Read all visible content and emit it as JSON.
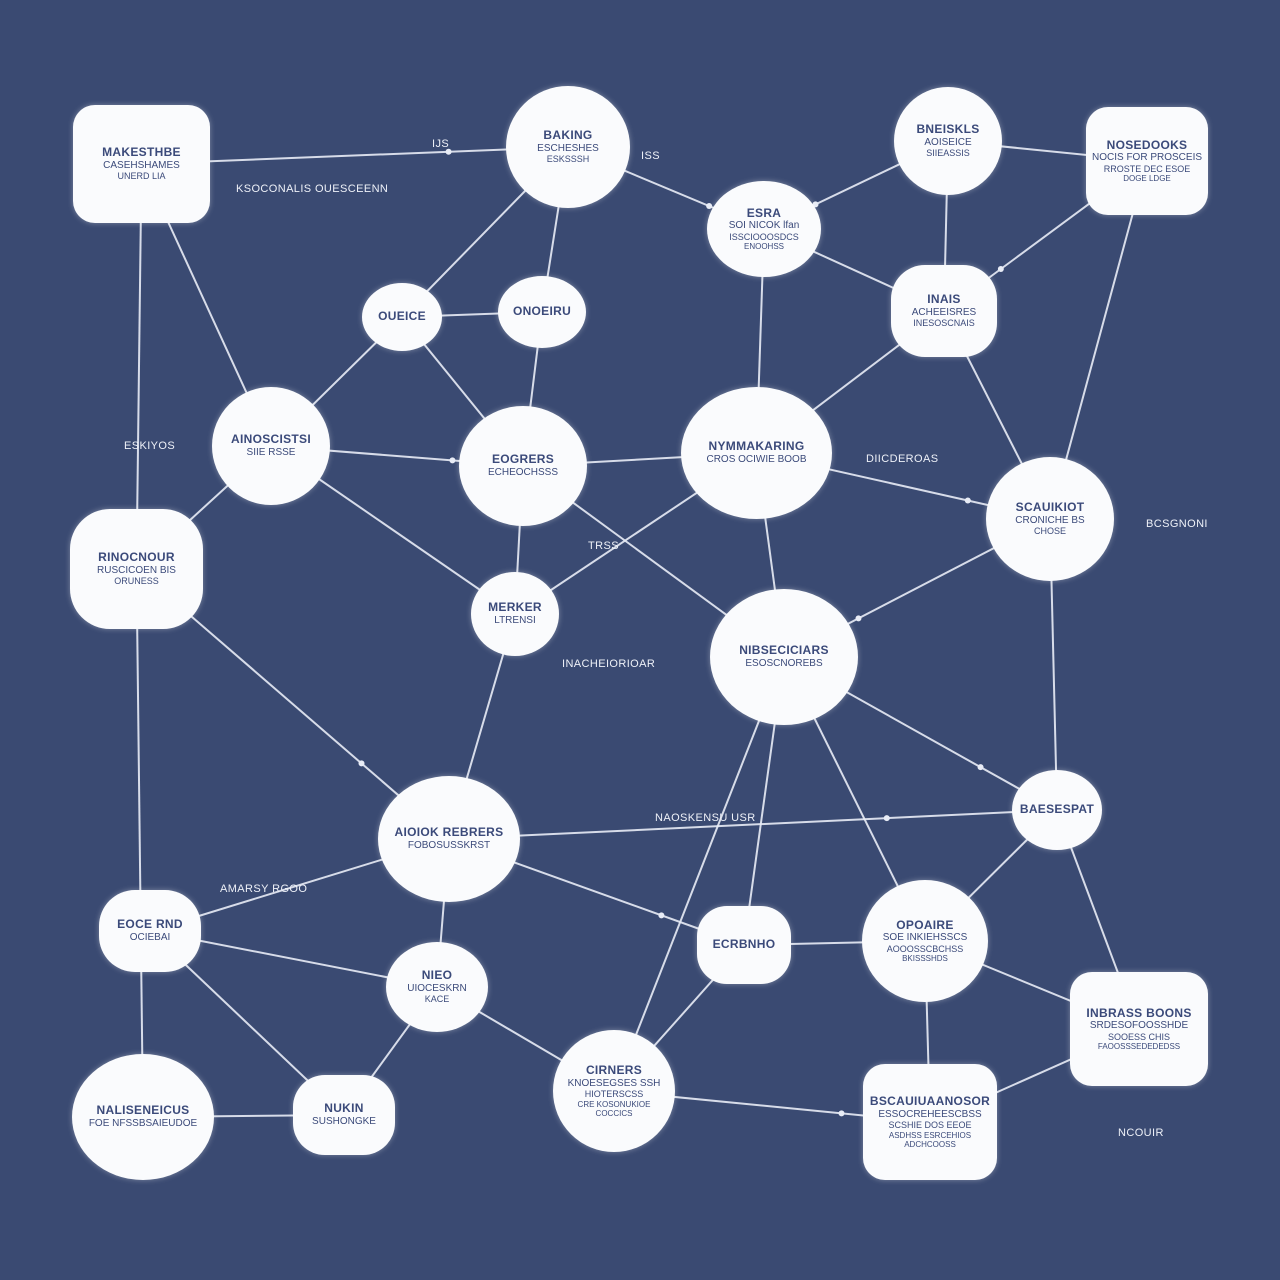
{
  "diagram": {
    "background": "#3a4a72",
    "node_fill": "#fafbfd",
    "node_text": "#3b4a7a",
    "edge_color": "#e8ecf6",
    "nodes": [
      {
        "id": "n1",
        "label": [
          "MAKESTHBE",
          "CASEHSHAMES",
          "UNERD LIA"
        ]
      },
      {
        "id": "n2",
        "label": [
          "BAKING",
          "ESCHESHES",
          "ESKSSSH"
        ]
      },
      {
        "id": "n3",
        "label": [
          "BNEISKLS",
          "AOISEICE",
          "SIIEASSIS"
        ]
      },
      {
        "id": "n4",
        "label": [
          "NOSEDOOKS",
          "NOCIS FOR PROSCEIS",
          "RROSTE DEC ESOE",
          "DOGE LDGE"
        ]
      },
      {
        "id": "n5",
        "label": [
          "ESRA",
          "SOI NICOK lfan",
          "ISSCIOOOSDCS",
          "ENOOHSS"
        ]
      },
      {
        "id": "n6",
        "label": [
          "OUEICE"
        ]
      },
      {
        "id": "n7",
        "label": [
          "ONOEIRU"
        ]
      },
      {
        "id": "n8",
        "label": [
          "INAIS",
          "ACHEEISRES",
          "INESOSCNAIS"
        ]
      },
      {
        "id": "n9",
        "label": [
          "AINOSCISTSI",
          "SIIE RSSE"
        ]
      },
      {
        "id": "n10",
        "label": [
          "EOGRERS",
          "ECHEOCHSSS"
        ]
      },
      {
        "id": "n11",
        "label": [
          "NYMMAKARING",
          "CROS OCIWIE BOOB"
        ]
      },
      {
        "id": "n12",
        "label": [
          "SCAUIKIOT",
          "CRONICHE BS",
          "CHOSE"
        ]
      },
      {
        "id": "n13",
        "label": [
          "RINOCNOUR",
          "RUSCICOEN BIS",
          "ORUNESS"
        ]
      },
      {
        "id": "n14",
        "label": [
          "MERKER",
          "LTRENSI"
        ]
      },
      {
        "id": "n15",
        "label": [
          "NIBSECICIARS",
          "ESOSCNOREBS"
        ]
      },
      {
        "id": "n16",
        "label": [
          "BAESESPAT"
        ]
      },
      {
        "id": "n17",
        "label": [
          "AIOIOK REBRERS",
          "FOBOSUSSKRST"
        ]
      },
      {
        "id": "n18",
        "label": [
          "EOCE RND",
          "OCIEBAI"
        ]
      },
      {
        "id": "n19",
        "label": [
          "NIEO",
          "UIOCESKRN",
          "KACE"
        ]
      },
      {
        "id": "n20",
        "label": [
          "ECRBNHO"
        ]
      },
      {
        "id": "n21",
        "label": [
          "OPOAIRE",
          "SOE INKIEHSSCS",
          "AOOOSSCBCHSS",
          "BKISSSHDS"
        ]
      },
      {
        "id": "n22",
        "label": [
          "INBRASS BOONS",
          "SRDESOFOOSSHDE",
          "SOOESS CHIS",
          "FAOOSSSEDEDEDSS"
        ]
      },
      {
        "id": "n23",
        "label": [
          "NALISENEICUS",
          "FOE NFSSBSAIEUDOE"
        ]
      },
      {
        "id": "n24",
        "label": [
          "NUKIN",
          "SUSHONGKE"
        ]
      },
      {
        "id": "n25",
        "label": [
          "CIRNERS",
          "KNOESEGSES SSH",
          "HIOTERSCSS",
          "CRE KOSONUKIOE",
          "COCCICS"
        ]
      },
      {
        "id": "n26",
        "label": [
          "BSCAUIUAANOSOR",
          "ESSOCREHEESCBSS",
          "SCSHIE DOS EEOE",
          "ASDHSS ESRCEHIOS",
          "ADCHCOOSS"
        ]
      }
    ],
    "edge_labels": [
      "IJS",
      "KSOCONALIS  OUESCEENN",
      "ISS",
      "ESKIYOS",
      "DIICDEROAS",
      "BCSGNONI",
      "TRSS",
      "INACHEIORIOAR",
      "NAOSKENSU USR",
      "AMARSY RGOO",
      "NCOUIR"
    ]
  }
}
